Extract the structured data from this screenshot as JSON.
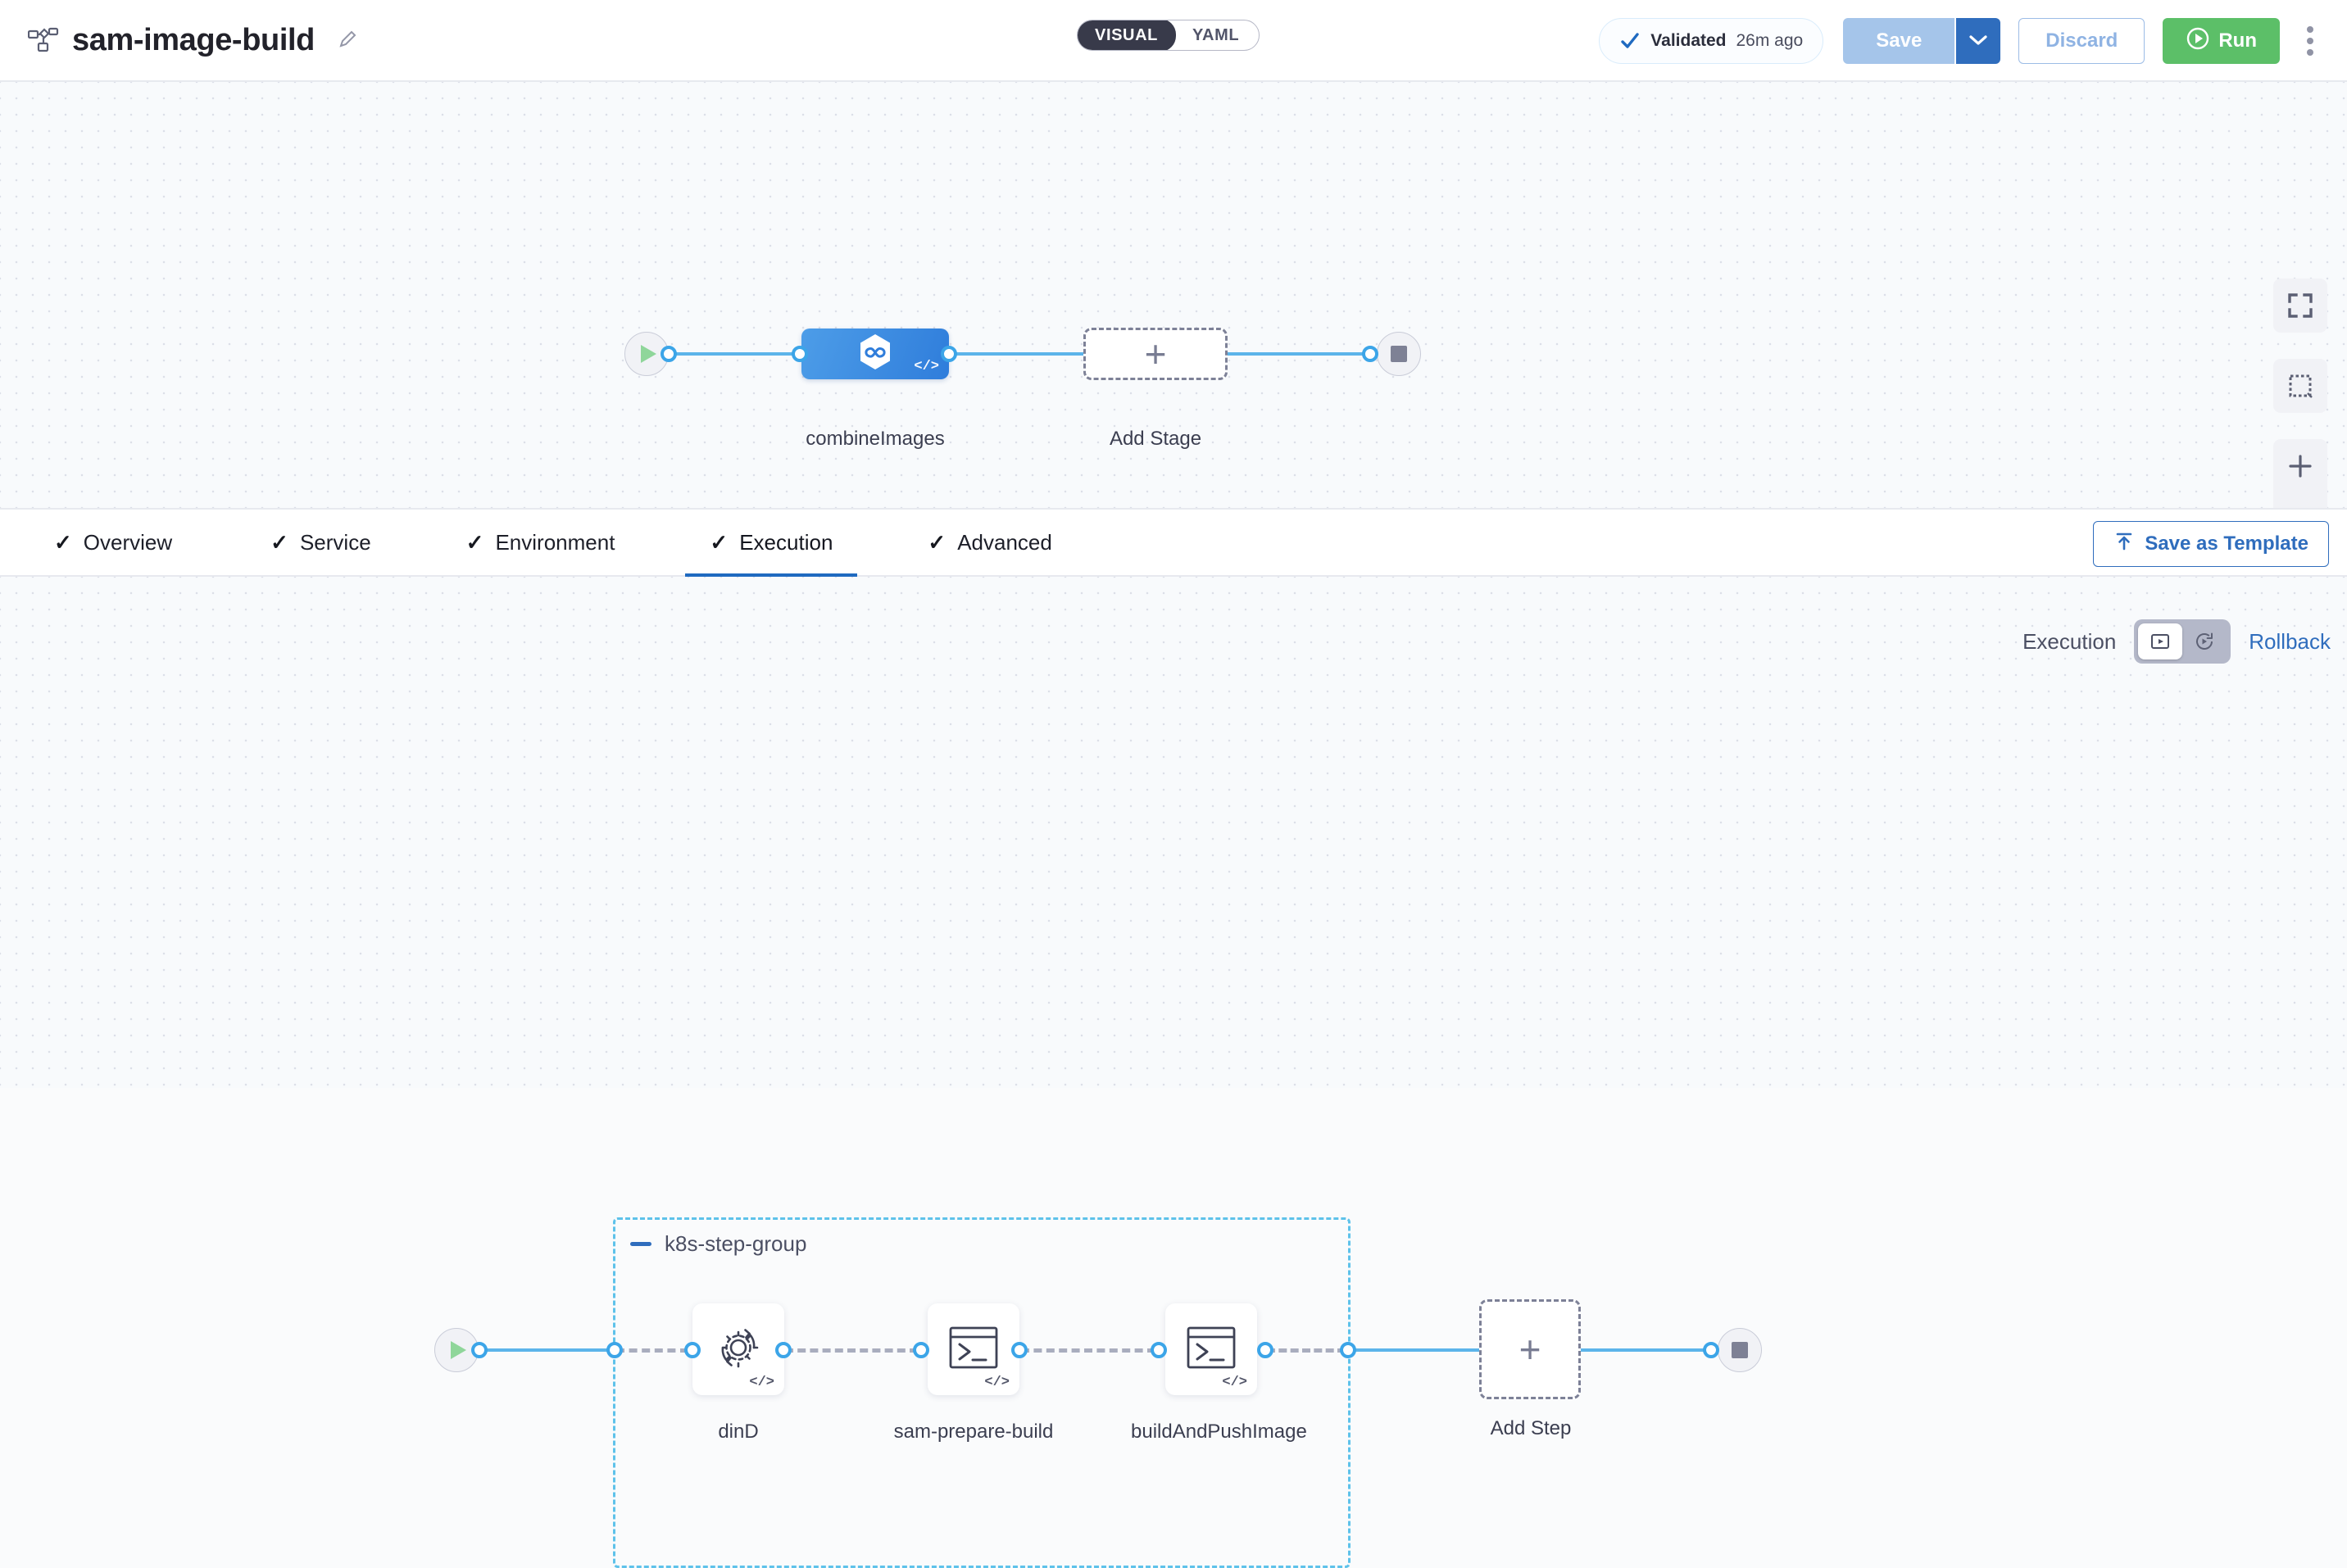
{
  "header": {
    "pipeline_icon": "pipeline-graph-icon",
    "title": "sam-image-build",
    "edit_icon": "pencil-icon",
    "mode_toggle": {
      "visual": "VISUAL",
      "yaml": "YAML",
      "selected": "VISUAL"
    },
    "validated": {
      "icon": "check-icon",
      "label": "Validated",
      "time": "26m ago"
    },
    "save_label": "Save",
    "save_caret_icon": "chevron-down-icon",
    "discard_label": "Discard",
    "run_label": "Run",
    "run_icon": "play-circle-icon",
    "more_icon": "kebab-menu-icon"
  },
  "stage_canvas": {
    "start_node": {
      "icon": "play-icon",
      "name": "start"
    },
    "stage": {
      "label": "combineImages",
      "icon": "infinity-hexagon-icon",
      "badge": "</>"
    },
    "add_stage": {
      "label": "Add Stage",
      "icon": "plus-icon"
    },
    "end_node": {
      "icon": "stop-icon",
      "name": "end"
    },
    "tools": [
      {
        "name": "fit-to-screen-icon"
      },
      {
        "name": "selection-box-icon"
      },
      {
        "name": "zoom-in-icon"
      },
      {
        "name": "zoom-out-icon"
      }
    ]
  },
  "tabs": [
    {
      "label": "Overview",
      "checked": true,
      "active": false
    },
    {
      "label": "Service",
      "checked": true,
      "active": false
    },
    {
      "label": "Environment",
      "checked": true,
      "active": false
    },
    {
      "label": "Execution",
      "checked": true,
      "active": true
    },
    {
      "label": "Advanced",
      "checked": true,
      "active": false
    }
  ],
  "save_as_template": {
    "label": "Save as Template",
    "icon": "upload-template-icon"
  },
  "exec_canvas": {
    "execution_label": "Execution",
    "rollback_label": "Rollback",
    "switch_on_icon": "execution-play-box-icon",
    "switch_off_icon": "rollback-circular-arrow-icon",
    "step_group": {
      "title": "k8s-step-group",
      "collapse_icon": "minus-icon"
    },
    "start_node": {
      "icon": "play-icon"
    },
    "steps": [
      {
        "label": "dinD",
        "icon": "gear-sync-icon",
        "badge": "</>"
      },
      {
        "label": "sam-prepare-build",
        "icon": "shell-terminal-icon",
        "badge": "</>"
      },
      {
        "label": "buildAndPushImage",
        "icon": "shell-terminal-icon",
        "badge": "</>"
      }
    ],
    "add_step": {
      "label": "Add Step",
      "icon": "plus-icon"
    },
    "end_node": {
      "icon": "stop-icon"
    }
  },
  "colors": {
    "accent_blue": "#2f6dbd",
    "link_blue": "#5cb4ea",
    "run_green": "#5cbf68",
    "stage_blue": "#3b8ae0",
    "group_border": "#5ec2ea"
  }
}
